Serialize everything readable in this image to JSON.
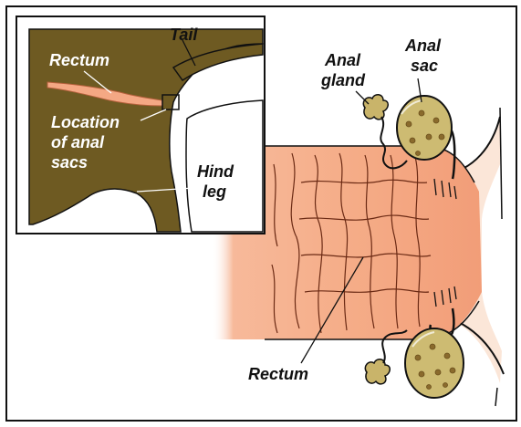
{
  "labels": {
    "tail": "Tail",
    "inset_rectum": "Rectum",
    "location_line1": "Location",
    "location_line2": "of anal",
    "location_line3": "sacs",
    "hind_line1": "Hind",
    "hind_line2": "leg",
    "anal_gland_line1": "Anal",
    "anal_gland_line2": "gland",
    "anal_sac_line1": "Anal",
    "anal_sac_line2": "sac",
    "rectum": "Rectum"
  },
  "colors": {
    "inset_body": "#6e5a22",
    "rectum_fill": "#f4a884",
    "rectum_dark": "#ee9470",
    "gland_fill": "#c9b46a",
    "sac_fill": "#cdbb72",
    "outline": "#111111"
  }
}
